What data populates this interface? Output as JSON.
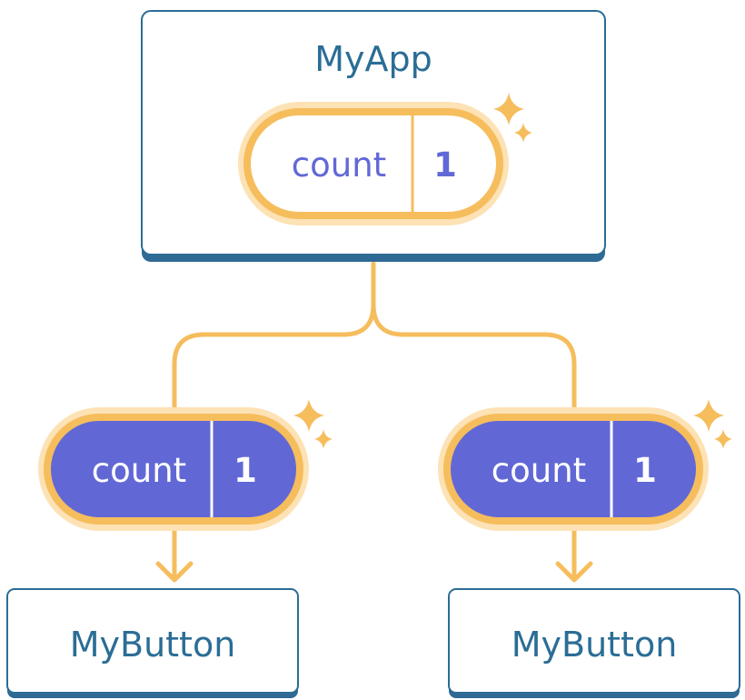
{
  "colors": {
    "box_border": "#2b6d96",
    "box_shadow": "#2e6a94",
    "title_text": "#2b6d96",
    "connector": "#f6bd5d",
    "pill_glow": "#fde2b5",
    "pill_border": "#f6bd5d",
    "pill_purple": "#6168d6",
    "pill_white": "#ffffff"
  },
  "parent": {
    "name": "MyApp",
    "state": {
      "label": "count",
      "value": "1"
    }
  },
  "children": [
    {
      "name": "MyButton",
      "prop": {
        "label": "count",
        "value": "1"
      }
    },
    {
      "name": "MyButton",
      "prop": {
        "label": "count",
        "value": "1"
      }
    }
  ],
  "icons": [
    "sparkle-icon",
    "sparkle-icon",
    "sparkle-icon"
  ]
}
